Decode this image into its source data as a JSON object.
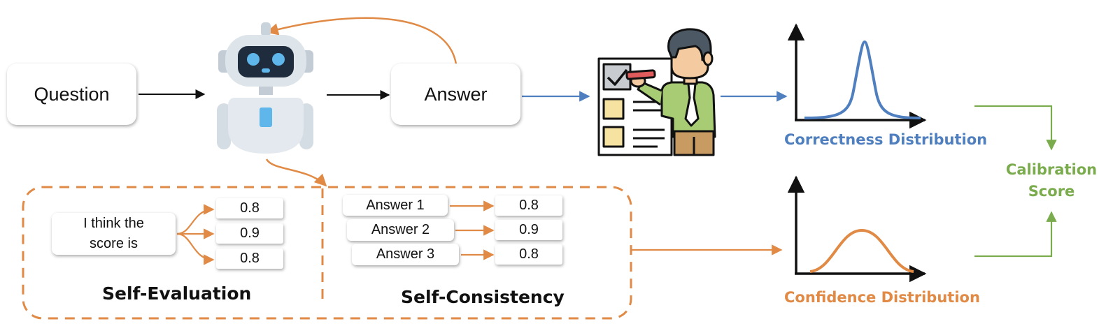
{
  "colors": {
    "orange": "#e08a45",
    "blue": "#4f7fbe",
    "green": "#7aab4c",
    "black": "#111111"
  },
  "pipeline": {
    "question_label": "Question",
    "answer_label": "Answer"
  },
  "self_evaluation": {
    "prompt_line1": "I think the",
    "prompt_line2": "score is",
    "scores": [
      "0.8",
      "0.9",
      "0.8"
    ],
    "title": "Self-Evaluation"
  },
  "self_consistency": {
    "answers": [
      "Answer 1",
      "Answer 2",
      "Answer 3"
    ],
    "scores": [
      "0.8",
      "0.9",
      "0.8"
    ],
    "title": "Self-Consistency"
  },
  "distributions": {
    "correctness_label": "Correctness Distribution",
    "confidence_label": "Confidence Distribution"
  },
  "calibration": {
    "line1": "Calibration",
    "line2": "Score"
  },
  "icons": {
    "robot": "robot-icon",
    "grader": "grader-person-icon"
  }
}
